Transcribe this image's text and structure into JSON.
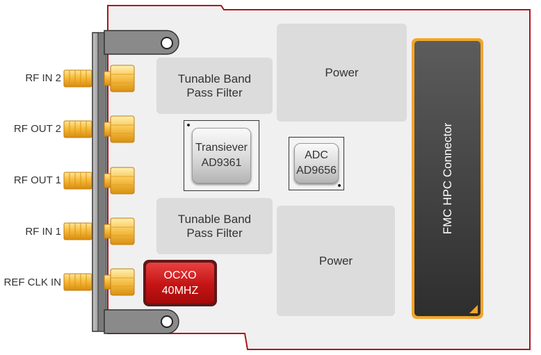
{
  "ports": [
    {
      "label": "RF IN 2"
    },
    {
      "label": "RF OUT 2"
    },
    {
      "label": "RF OUT 1"
    },
    {
      "label": "RF IN 1"
    },
    {
      "label": "REF CLK IN"
    }
  ],
  "blocks": {
    "filter_top": {
      "line1": "Tunable Band",
      "line2": "Pass Filter"
    },
    "filter_bottom": {
      "line1": "Tunable Band",
      "line2": "Pass Filter"
    },
    "power_top": "Power",
    "power_bottom": "Power"
  },
  "chips": {
    "transceiver": {
      "line1": "Transiever",
      "line2": "AD9361"
    },
    "adc": {
      "line1": "ADC",
      "line2": "AD9656"
    }
  },
  "ocxo": {
    "line1": "OCXO",
    "line2": "40MHZ"
  },
  "connector": {
    "label": "FMC HPC Connector"
  },
  "colors": {
    "board_outline": "#b0111b",
    "board_fill": "#f0f0f0",
    "block_fill": "#dcdcdc",
    "sma_gold": "#f2b233",
    "ocxo_red": "#c41414",
    "fmc_orange": "#f2a52b",
    "fmc_body": "#3c3c3c"
  }
}
